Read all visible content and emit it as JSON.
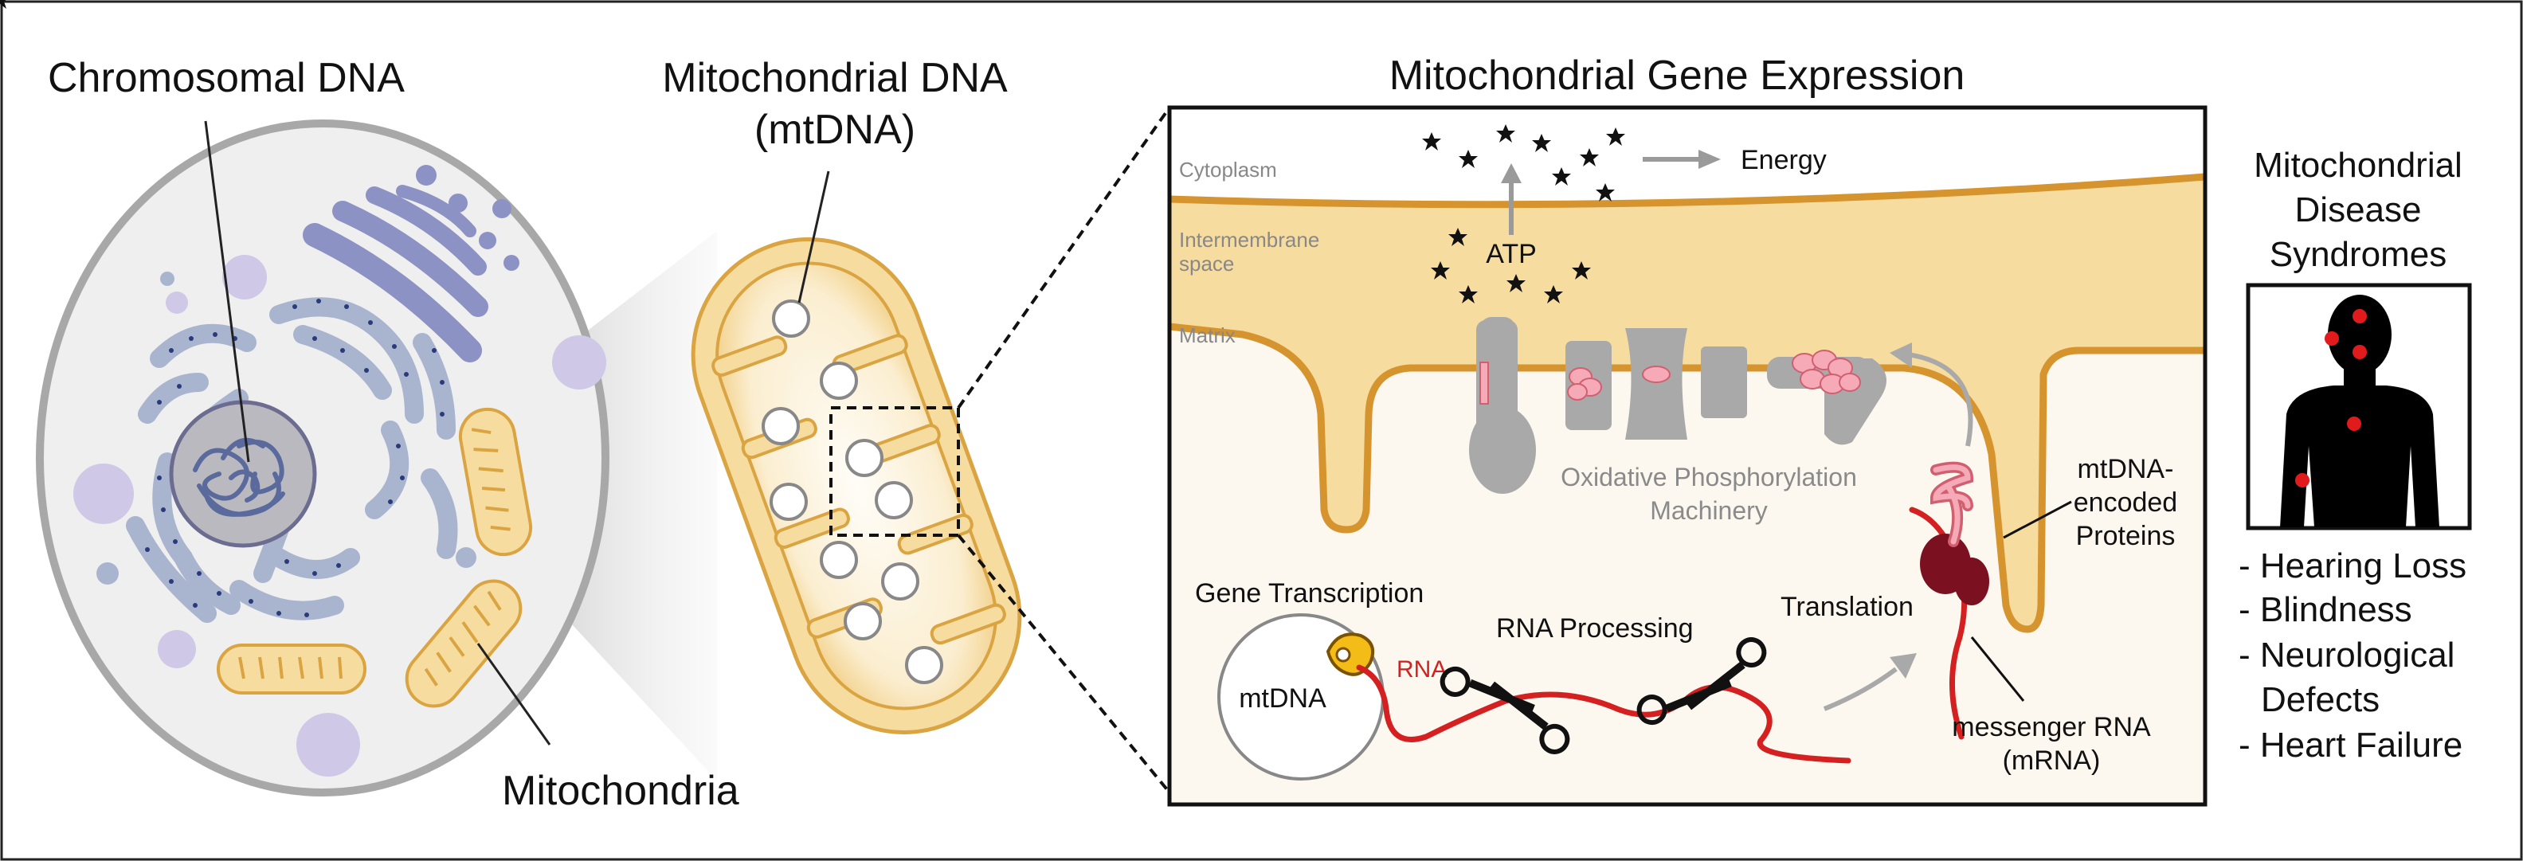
{
  "labels": {
    "chromosomal_dna": "Chromosomal DNA",
    "mito_dna_line1": "Mitochondrial DNA",
    "mito_dna_line2": "(mtDNA)",
    "mitochondria": "Mitochondria",
    "gene_expression_title": "Mitochondrial Gene Expression",
    "cytoplasm": "Cytoplasm",
    "intermembrane_line1": "Intermembrane",
    "intermembrane_line2": "space",
    "matrix": "Matrix",
    "energy": "Energy",
    "atp": "ATP",
    "oxphos_line1": "Oxidative Phosphorylation",
    "oxphos_line2": "Machinery",
    "encoded_line1": "mtDNA-",
    "encoded_line2": "encoded",
    "encoded_line3": "Proteins",
    "gene_transcription": "Gene Transcription",
    "mtdna": "mtDNA",
    "rna": "RNA",
    "rna_processing": "RNA Processing",
    "translation": "Translation",
    "mrna_line1": "messenger RNA",
    "mrna_line2": "(mRNA)",
    "disease_line1": "Mitochondrial",
    "disease_line2": "Disease",
    "disease_line3": "Syndromes"
  },
  "symptoms": [
    "- Hearing Loss",
    "- Blindness",
    "- Neurological",
    "Defects",
    "- Heart Failure"
  ],
  "colors": {
    "mito_fill": "#f7dca0",
    "mito_stroke": "#d9a441",
    "membrane": "#d6942f",
    "cell_stroke": "#aaaaaa",
    "organelle_blue": "#a9b5cf",
    "golgi": "#8c92c4",
    "vesicle": "#cfc8e6",
    "nucleus": "#b9b9bf",
    "complex_grey": "#a9a9a9",
    "subunit_pink": "#f6a9b7",
    "rna_red": "#d42020",
    "ribosome": "#7a1020",
    "body_black": "#000000",
    "body_dot": "#e11b1b"
  }
}
